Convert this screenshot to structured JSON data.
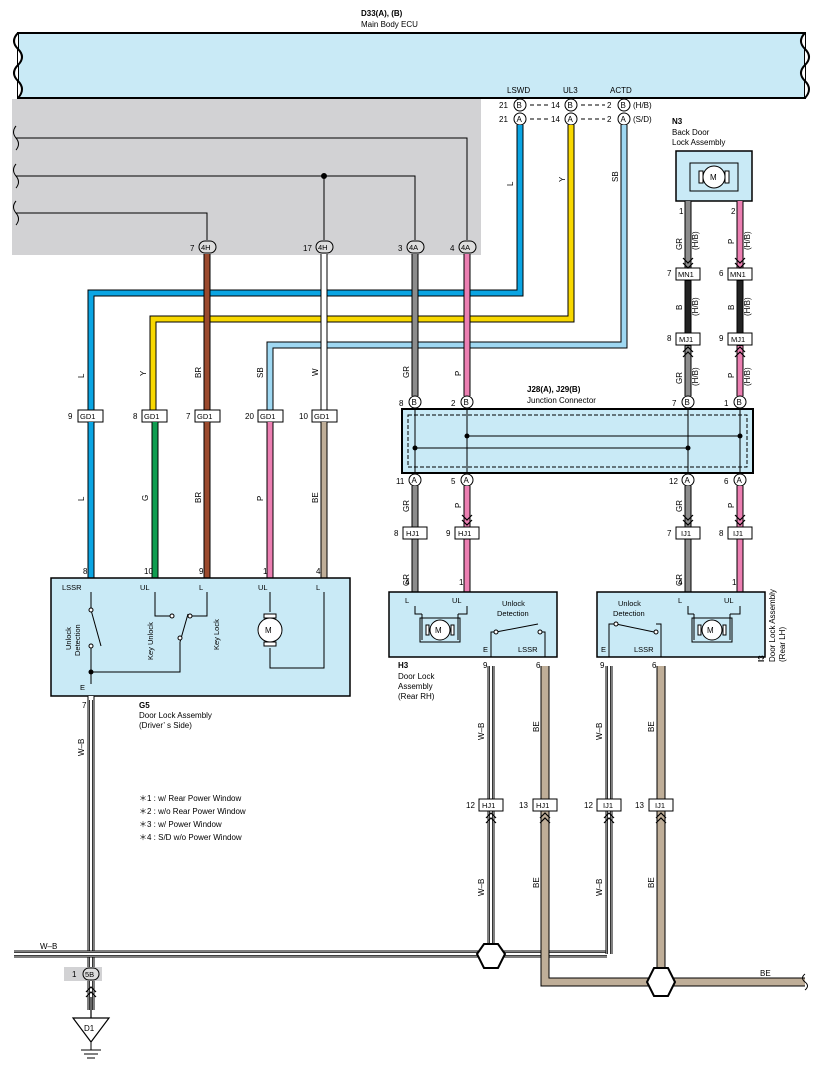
{
  "ecu": {
    "code": "D33(A), (B)",
    "name": "Main Body ECU"
  },
  "ecu_pins": {
    "lswd": "LSWD",
    "ul3": "UL3",
    "actd": "ACTD",
    "rows": [
      {
        "n1": "21",
        "c1": "B",
        "n2": "14",
        "c2": "B",
        "n3": "2",
        "c3": "B",
        "note": "(H/B)"
      },
      {
        "n1": "21",
        "c1": "A",
        "n2": "14",
        "c2": "A",
        "n3": "2",
        "c3": "A",
        "note": "(S/D)"
      }
    ]
  },
  "n3": {
    "code": "N3",
    "line1": "Back Door",
    "line2": "Lock Assembly",
    "pin1": "1",
    "pin2": "2",
    "motor": "M"
  },
  "conn_4h4a": [
    {
      "pin": "7",
      "conn": "4H"
    },
    {
      "pin": "17",
      "conn": "4H"
    },
    {
      "pin": "3",
      "conn": "4A"
    },
    {
      "pin": "4",
      "conn": "4A"
    }
  ],
  "gd1": [
    {
      "pin": "9",
      "conn": "GD1"
    },
    {
      "pin": "8",
      "conn": "GD1"
    },
    {
      "pin": "7",
      "conn": "GD1"
    },
    {
      "pin": "20",
      "conn": "GD1"
    },
    {
      "pin": "10",
      "conn": "GD1"
    }
  ],
  "mn1": [
    {
      "pin": "7",
      "conn": "MN1"
    },
    {
      "pin": "6",
      "conn": "MN1"
    }
  ],
  "mj1": [
    {
      "pin": "8",
      "conn": "MJ1"
    },
    {
      "pin": "9",
      "conn": "MJ1"
    }
  ],
  "wire_labels": {
    "L": "L",
    "Y": "Y",
    "SB": "SB",
    "BR": "BR",
    "W": "W",
    "GR": "GR",
    "P": "P",
    "G": "G",
    "BE": "BE",
    "B": "B",
    "WB": "W–B",
    "HB": "(H/B)"
  },
  "junction": {
    "code": "J28(A), J29(B)",
    "name": "Junction Connector",
    "top": [
      {
        "pin": "8",
        "c": "B"
      },
      {
        "pin": "2",
        "c": "B"
      },
      {
        "pin": "7",
        "c": "B"
      },
      {
        "pin": "1",
        "c": "B"
      }
    ],
    "bottom": [
      {
        "pin": "11",
        "c": "A"
      },
      {
        "pin": "5",
        "c": "A"
      },
      {
        "pin": "12",
        "c": "A"
      },
      {
        "pin": "6",
        "c": "A"
      }
    ]
  },
  "hj1_top": [
    {
      "pin": "8",
      "conn": "HJ1"
    },
    {
      "pin": "9",
      "conn": "HJ1"
    }
  ],
  "ij1_top": [
    {
      "pin": "7",
      "conn": "IJ1"
    },
    {
      "pin": "8",
      "conn": "IJ1"
    }
  ],
  "g5": {
    "code": "G5",
    "line1": "Door Lock Assembly",
    "line2": "(Driver’ s Side)",
    "pins": {
      "p8": "8",
      "p10": "10",
      "p9": "9",
      "p1": "1",
      "p4": "4",
      "p7": "7"
    },
    "terms": {
      "lssr": "LSSR",
      "ul": "UL",
      "l": "L",
      "ul2": "UL",
      "l2": "L",
      "e": "E"
    },
    "unlock": "Unlock",
    "detection": "Detection",
    "key_unlock": "Key Unlock",
    "key_lock": "Key Lock",
    "motor": "M"
  },
  "h3": {
    "code": "H3",
    "line1": "Door Lock",
    "line2": "Assembly",
    "line3": "(Rear RH)",
    "pins": {
      "p4": "4",
      "p1": "1",
      "p9": "9",
      "p6": "6"
    },
    "terms": {
      "l": "L",
      "ul": "UL",
      "e": "E",
      "lssr": "LSSR"
    },
    "unlock": "Unlock",
    "detection": "Detection",
    "motor": "M"
  },
  "i3": {
    "code": "I3",
    "line1": "Door Lock Assembly",
    "line2": "(Rear LH)",
    "pins": {
      "p4": "4",
      "p1": "1",
      "p9": "9",
      "p6": "6"
    },
    "terms": {
      "l": "L",
      "ul": "UL",
      "e": "E",
      "lssr": "LSSR"
    },
    "unlock": "Unlock",
    "detection": "Detection",
    "motor": "M"
  },
  "bottom_conn": [
    {
      "pin": "12",
      "conn": "HJ1"
    },
    {
      "pin": "13",
      "conn": "HJ1"
    },
    {
      "pin": "12",
      "conn": "IJ1"
    },
    {
      "pin": "13",
      "conn": "IJ1"
    }
  ],
  "notes": [
    "＊1 : w/ Rear Power Window",
    "＊2 : w/o Rear Power Window",
    "＊3 : w/ Power Window",
    "＊4 : S/D w/o Power Window"
  ],
  "ground": {
    "pin": "1",
    "conn": "5B",
    "code": "D1"
  },
  "colors": {
    "L": "#0aa5e3",
    "Y": "#f8d800",
    "SB": "#9fd8f2",
    "BR": "#9b4a2e",
    "W": "#ffffff",
    "GR": "#8c8c8c",
    "P": "#ec7fb2",
    "G": "#0f9d50",
    "BE": "#bfae98",
    "B": "#222222",
    "panel": "#c9eaf6",
    "gray_area": "#d2d2d4"
  }
}
